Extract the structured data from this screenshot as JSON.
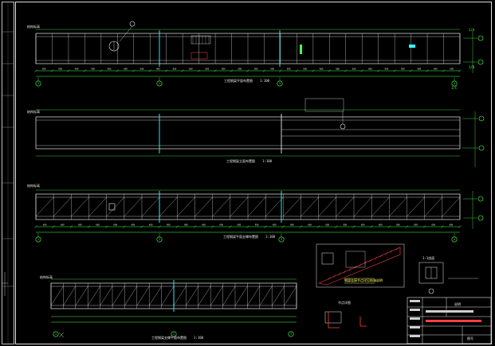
{
  "sheet": {
    "title_block_texts": [
      "说明",
      "图号"
    ]
  },
  "views": [
    {
      "id": "v1",
      "caption": "工程钢梁平面布置图",
      "scale": "1:100"
    },
    {
      "id": "v2",
      "caption": "工程钢梁立面布置图",
      "scale": "1:100"
    },
    {
      "id": "v3",
      "caption": "工程钢梁平面支撑布置图",
      "scale": "1:100"
    },
    {
      "id": "v4",
      "caption": "工程钢梁支撑平面布置图",
      "scale": "1:100"
    }
  ],
  "elevations": {
    "top_left": "结构标高",
    "right_a": "1/A",
    "right_b": "1/B",
    "right_c": "1/C"
  },
  "axes": {
    "v1": [
      "1",
      "2",
      "3",
      "4"
    ],
    "v3": [
      "1",
      "2",
      "3",
      "4"
    ],
    "v4": [
      "1",
      "2",
      "3"
    ]
  },
  "details": {
    "node1_title": "节点详图",
    "node2_title": "1-1剖面",
    "note_text": "钢梁连接节点详见结施说明"
  },
  "colors": {
    "background": "#000000",
    "line": "#e8e8e8",
    "green": "#4cff4c",
    "cyan": "#33ffff",
    "yellow": "#ffff66",
    "red": "#ff4040"
  }
}
